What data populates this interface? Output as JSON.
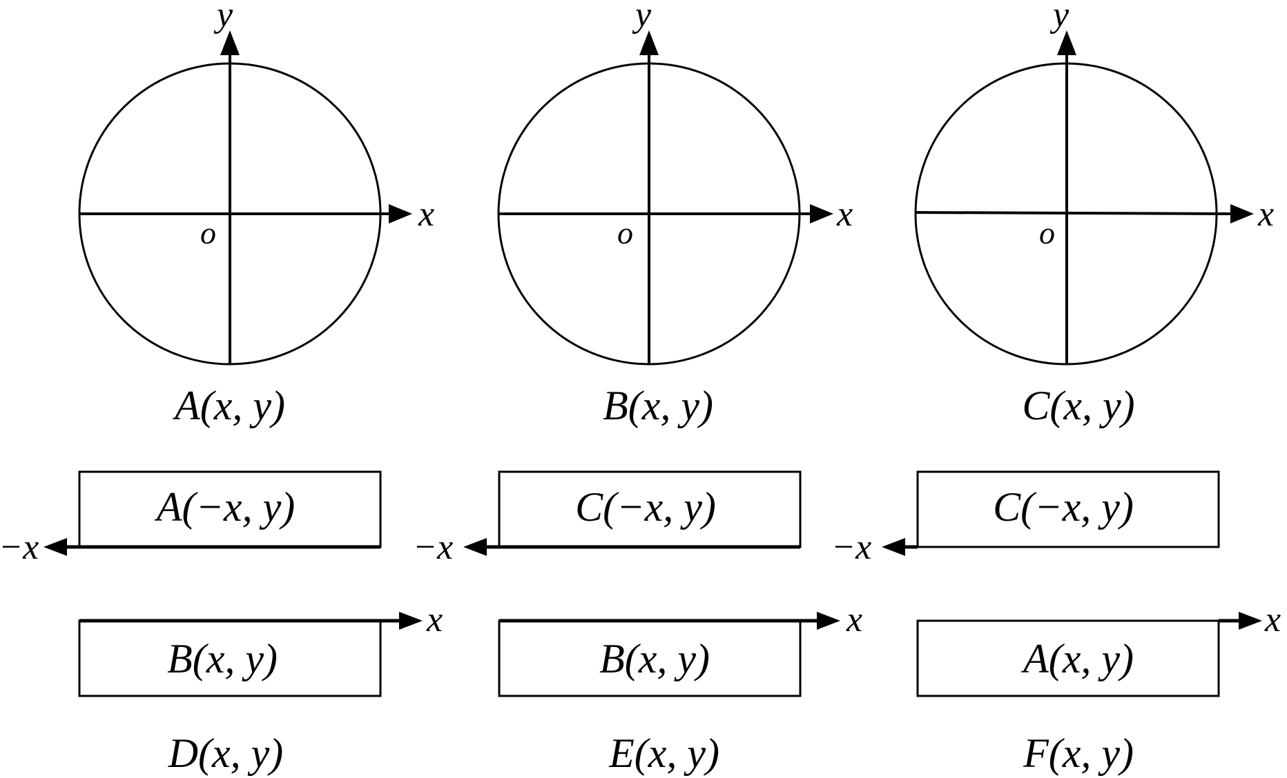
{
  "axis_labels": {
    "x": "x",
    "y": "y",
    "origin": "o",
    "neg_x": "−x"
  },
  "colors": {
    "ink": "#000000",
    "background": "#ffffff"
  },
  "panels": [
    {
      "id": "A",
      "caption": "A(x, y)"
    },
    {
      "id": "B",
      "caption": "B(x, y)"
    },
    {
      "id": "C",
      "caption": "C(x, y)"
    }
  ],
  "boxes": [
    {
      "id": "D",
      "top_label": "A(−x, y)",
      "bottom_label": "B(x, y)",
      "caption": "D(x, y)"
    },
    {
      "id": "E",
      "top_label": "C(−x, y)",
      "bottom_label": "B(x, y)",
      "caption": "E(x, y)"
    },
    {
      "id": "F",
      "top_label": "C(−x, y)",
      "bottom_label": "A(x, y)",
      "caption": "F(x, y)"
    }
  ]
}
